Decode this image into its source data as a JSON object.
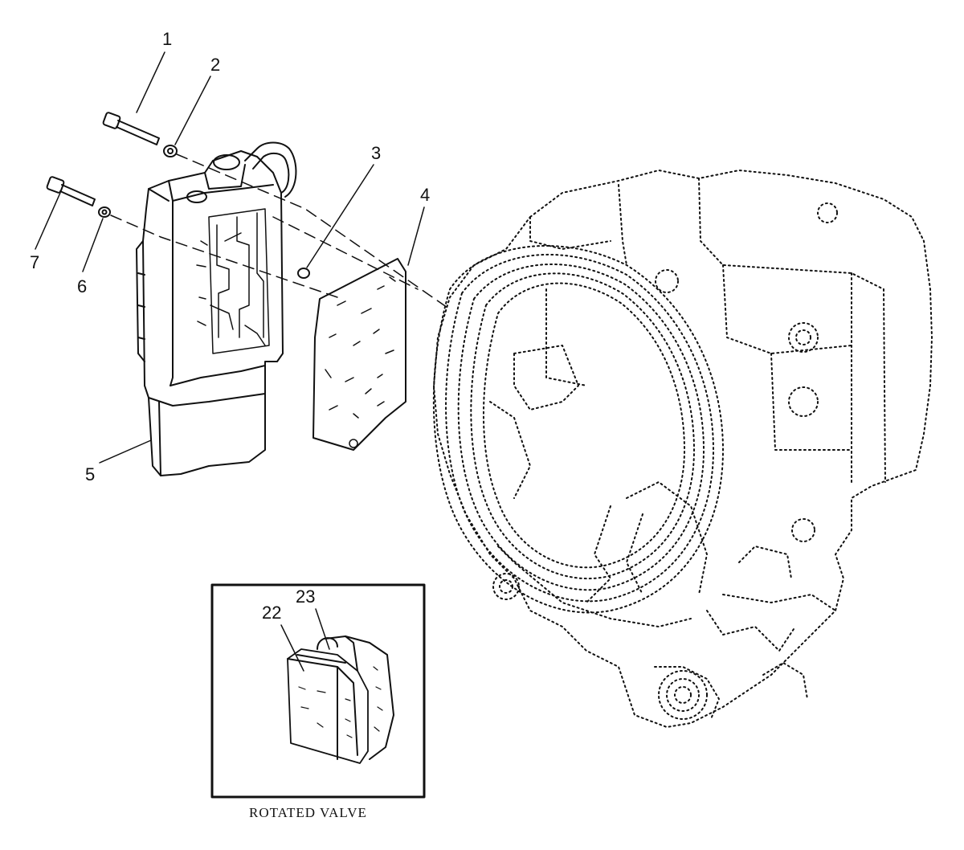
{
  "callouts": {
    "c1": "1",
    "c2": "2",
    "c3": "3",
    "c4": "4",
    "c5": "5",
    "c6": "6",
    "c7": "7",
    "c22": "22",
    "c23": "23"
  },
  "inset": {
    "caption": "ROTATED VALVE"
  },
  "colors": {
    "ink": "#111111",
    "paper": "#ffffff"
  }
}
